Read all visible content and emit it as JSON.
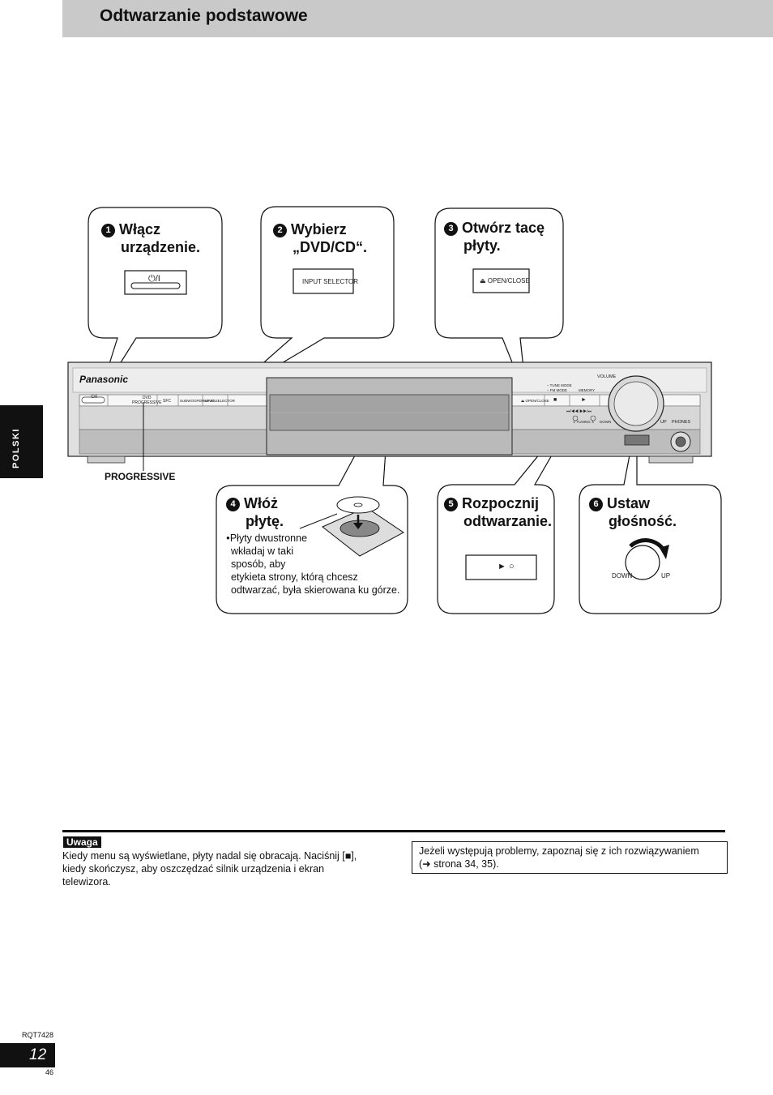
{
  "header": {
    "title": "Odtwarzanie podstawowe"
  },
  "side_tab": "POLSKI",
  "steps": [
    {
      "num": "1",
      "line1": "Włącz",
      "line2": "urządzenie.",
      "button": "⏻/I"
    },
    {
      "num": "2",
      "line1": "Wybierz",
      "line2": "„DVD/CD“.",
      "button": "INPUT SELECTOR"
    },
    {
      "num": "3",
      "line1": "Otwórz tacę",
      "line2": "płyty.",
      "button": "⏏ OPEN/CLOSE"
    },
    {
      "num": "4",
      "line1": "Włóż",
      "line2": "płytę.",
      "bullet": "●",
      "note_lines": [
        "Płyty dwustronne",
        "wkładaj w taki",
        "sposób, aby",
        "etykieta strony, którą chcesz",
        "odtwarzać, była skierowana ku górze."
      ]
    },
    {
      "num": "5",
      "line1": "Rozpocznij",
      "line2": "odtwarzanie.",
      "button": "► ○"
    },
    {
      "num": "6",
      "line1": "Ustaw",
      "line2": "głośność.",
      "down": "DOWN",
      "up": "UP"
    }
  ],
  "device": {
    "brand": "Panasonic",
    "labels": {
      "power": "⏻/I",
      "dvd_progressive": "DVD\nPROGRESSIVE",
      "sfc": "SFC",
      "subwoofer": "SUBWOOFER LEVEL",
      "input_selector": "INPUT SELECTOR",
      "open_close": "⏏ OPEN/CLOSE",
      "tune_mode": "– TUNE MODE",
      "fm_mode": "– FM MODE",
      "memory": "MEMORY",
      "stop": "■",
      "play": "►",
      "skip": "⏮/◀◀   ▶▶/⏭",
      "tuning": "∨  TUNING  ∧",
      "down": "DOWN",
      "up": "UP",
      "volume": "VOLUME",
      "phones": "PHONES"
    }
  },
  "progressive_label": "PROGRESSIVE",
  "uwaga": {
    "title": "Uwaga",
    "lines": [
      "Kiedy menu są wyświetlane, płyty nadal się obracają. Naciśnij [■],",
      "kiedy skończysz, aby oszczędzać silnik urządzenia i ekran",
      "telewizora."
    ]
  },
  "troubleshoot": {
    "lines": [
      "Jeżeli występują problemy, zapoznaj się z ich rozwiązywaniem",
      "(➜ strona 34, 35)."
    ]
  },
  "footer": {
    "doc_code": "RQT7428",
    "page": "12",
    "sub": "46"
  }
}
